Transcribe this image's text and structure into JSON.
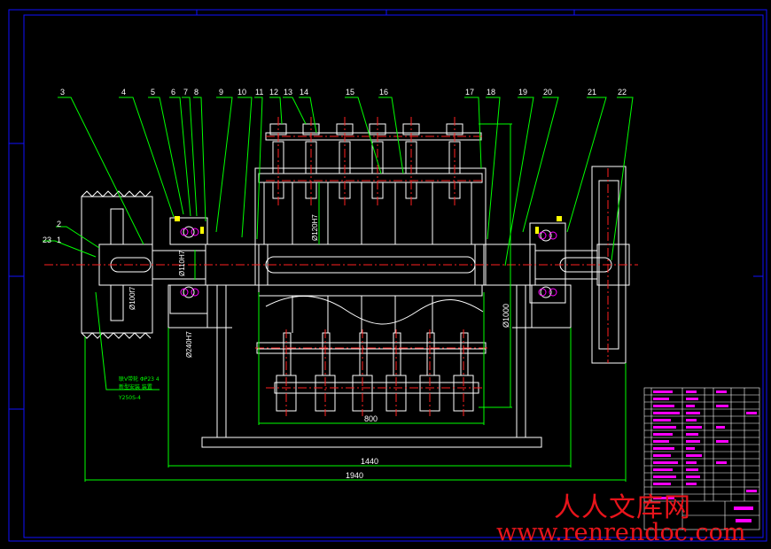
{
  "drawing": {
    "colors": {
      "frame": "#1010ff",
      "part": "#ffffff",
      "leader": "#00ff00",
      "center": "#ff2020",
      "magenta": "#ff00ff",
      "yellow": "#ffff00"
    },
    "balloons": [
      "3",
      "4",
      "5",
      "6",
      "7",
      "8",
      "9",
      "10",
      "11",
      "12",
      "13",
      "14",
      "15",
      "16",
      "17",
      "18",
      "19",
      "20",
      "21",
      "22",
      "2",
      "23",
      "1"
    ],
    "dimensions": {
      "d800": "800",
      "d1440": "1440",
      "d1940": "1940",
      "d1000": "Ø1000",
      "d110": "Ø110H7",
      "d100": "Ø100f7",
      "d120": "Ø120H7",
      "d240": "Ø240H7"
    },
    "motor_note": {
      "line1": "联V带轮 ΦP23 4",
      "line2": "新型安装 装置",
      "line3": "Y250S-4"
    }
  },
  "watermark": {
    "cn": "人人文库网",
    "url": "www.renrendoc.com"
  }
}
